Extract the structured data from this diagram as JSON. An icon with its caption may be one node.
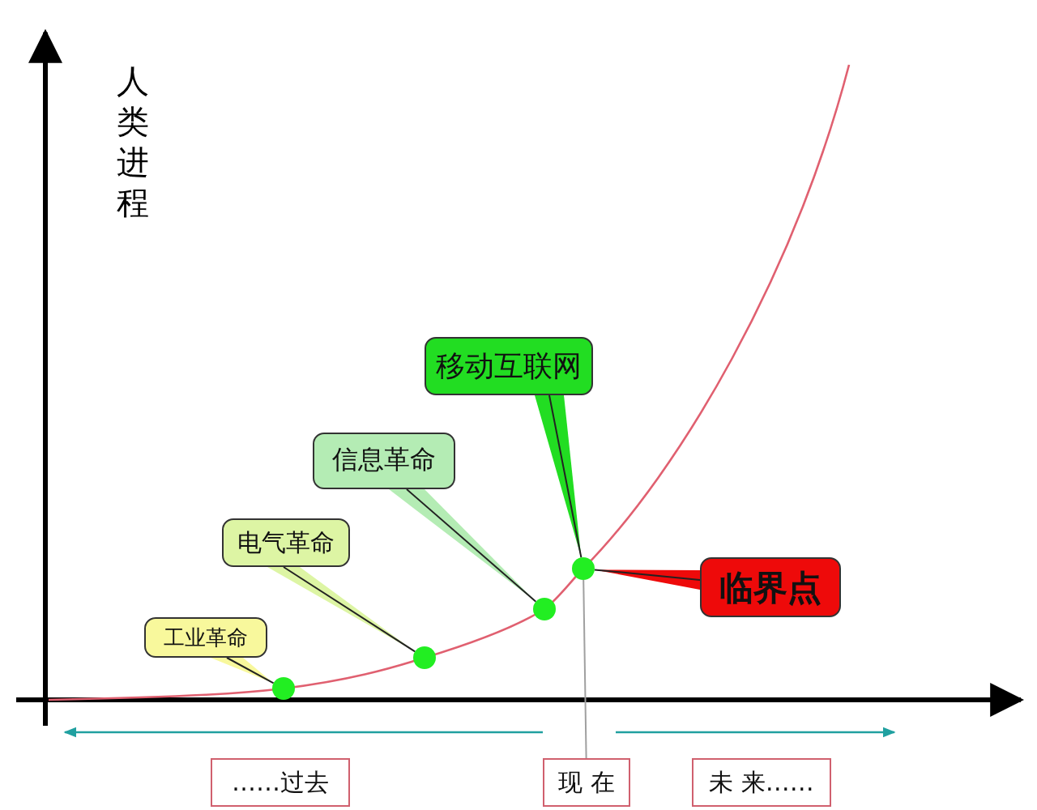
{
  "diagram": {
    "nodes": [
      {
        "text": [
          "工业革命"
        ]
      },
      {
        "text": [],
        "shape": "circle"
      },
      {
        "text": [
          "电气革命"
        ]
      },
      {
        "text": [],
        "shape": "circle"
      },
      {
        "text": [
          "信息革命"
        ]
      },
      {
        "text": [],
        "shape": "circle"
      },
      {
        "text": [
          "移动互联网"
        ]
      },
      {
        "text": [],
        "shape": "circle"
      },
      {
        "text": [
          "临界点"
        ]
      },
      {
        "text": [
          "……过去"
        ]
      },
      {
        "text": [
          "现 在"
        ]
      },
      {
        "text": [
          "未 来……"
        ]
      }
    ],
    "edges": [
      {
        "from": 0,
        "to": 1,
        "arrow": "none"
      },
      {
        "from": 2,
        "to": 3,
        "arrow": "none"
      },
      {
        "from": 4,
        "to": 5,
        "arrow": "none"
      },
      {
        "from": 6,
        "to": 7,
        "arrow": "none"
      },
      {
        "from": 8,
        "to": 7,
        "arrow": "none"
      },
      {
        "from": 7,
        "to": 10,
        "arrow": "none",
        "color": "#a0a0a0"
      }
    ],
    "labels": [
      "人类进程"
    ]
  }
}
